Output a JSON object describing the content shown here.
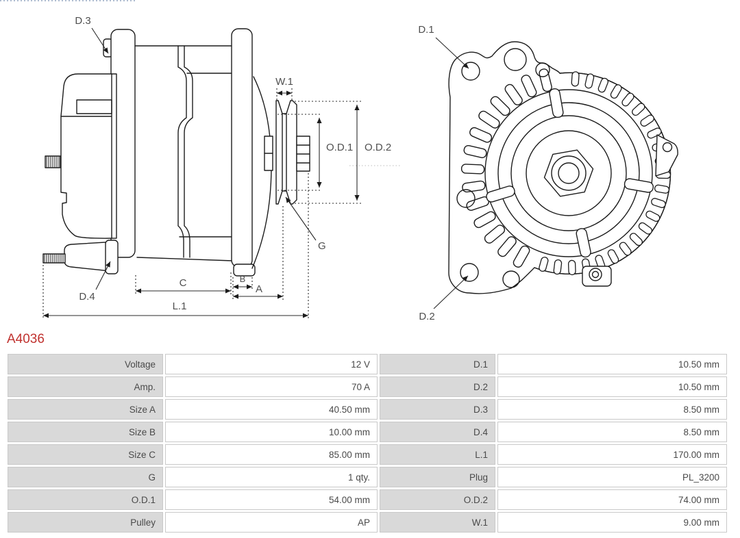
{
  "part_number": "A4036",
  "colors": {
    "accent_red": "#c0322f",
    "table_label_bg": "#d9d9d9",
    "table_border": "#c9c9c9",
    "drawing_line": "#1c1c1c",
    "label_text": "#4f4f4f"
  },
  "diagram": {
    "side_view": {
      "labels": {
        "d3": "D.3",
        "d4": "D.4",
        "w1": "W.1",
        "od1": "O.D.1",
        "od2": "O.D.2",
        "g": "G",
        "a": "A",
        "b": "B",
        "c": "C",
        "l1": "L.1"
      }
    },
    "front_view": {
      "labels": {
        "d1": "D.1",
        "d2": "D.2"
      }
    }
  },
  "specs": {
    "rows": [
      {
        "label1": "Voltage",
        "value1": "12 V",
        "label2": "D.1",
        "value2": "10.50 mm"
      },
      {
        "label1": "Amp.",
        "value1": "70 A",
        "label2": "D.2",
        "value2": "10.50 mm"
      },
      {
        "label1": "Size A",
        "value1": "40.50 mm",
        "label2": "D.3",
        "value2": "8.50 mm"
      },
      {
        "label1": "Size B",
        "value1": "10.00 mm",
        "label2": "D.4",
        "value2": "8.50 mm"
      },
      {
        "label1": "Size C",
        "value1": "85.00 mm",
        "label2": "L.1",
        "value2": "170.00 mm"
      },
      {
        "label1": "G",
        "value1": "1 qty.",
        "label2": "Plug",
        "value2": "PL_3200"
      },
      {
        "label1": "O.D.1",
        "value1": "54.00 mm",
        "label2": "O.D.2",
        "value2": "74.00 mm"
      },
      {
        "label1": "Pulley",
        "value1": "AP",
        "label2": "W.1",
        "value2": "9.00 mm"
      }
    ]
  }
}
